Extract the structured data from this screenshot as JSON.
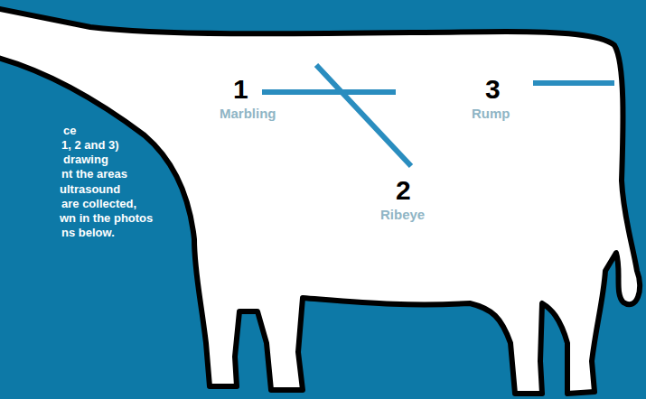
{
  "diagram": {
    "labels": [
      "ce",
      "1, 2 and 3)",
      "drawing",
      "nt the areas",
      "ultrasound",
      "are collected,",
      "wn in the photos",
      "ns below.",
      "1",
      "Marbling",
      "2",
      "Ribeye",
      "3",
      "Rump"
    ]
  }
}
